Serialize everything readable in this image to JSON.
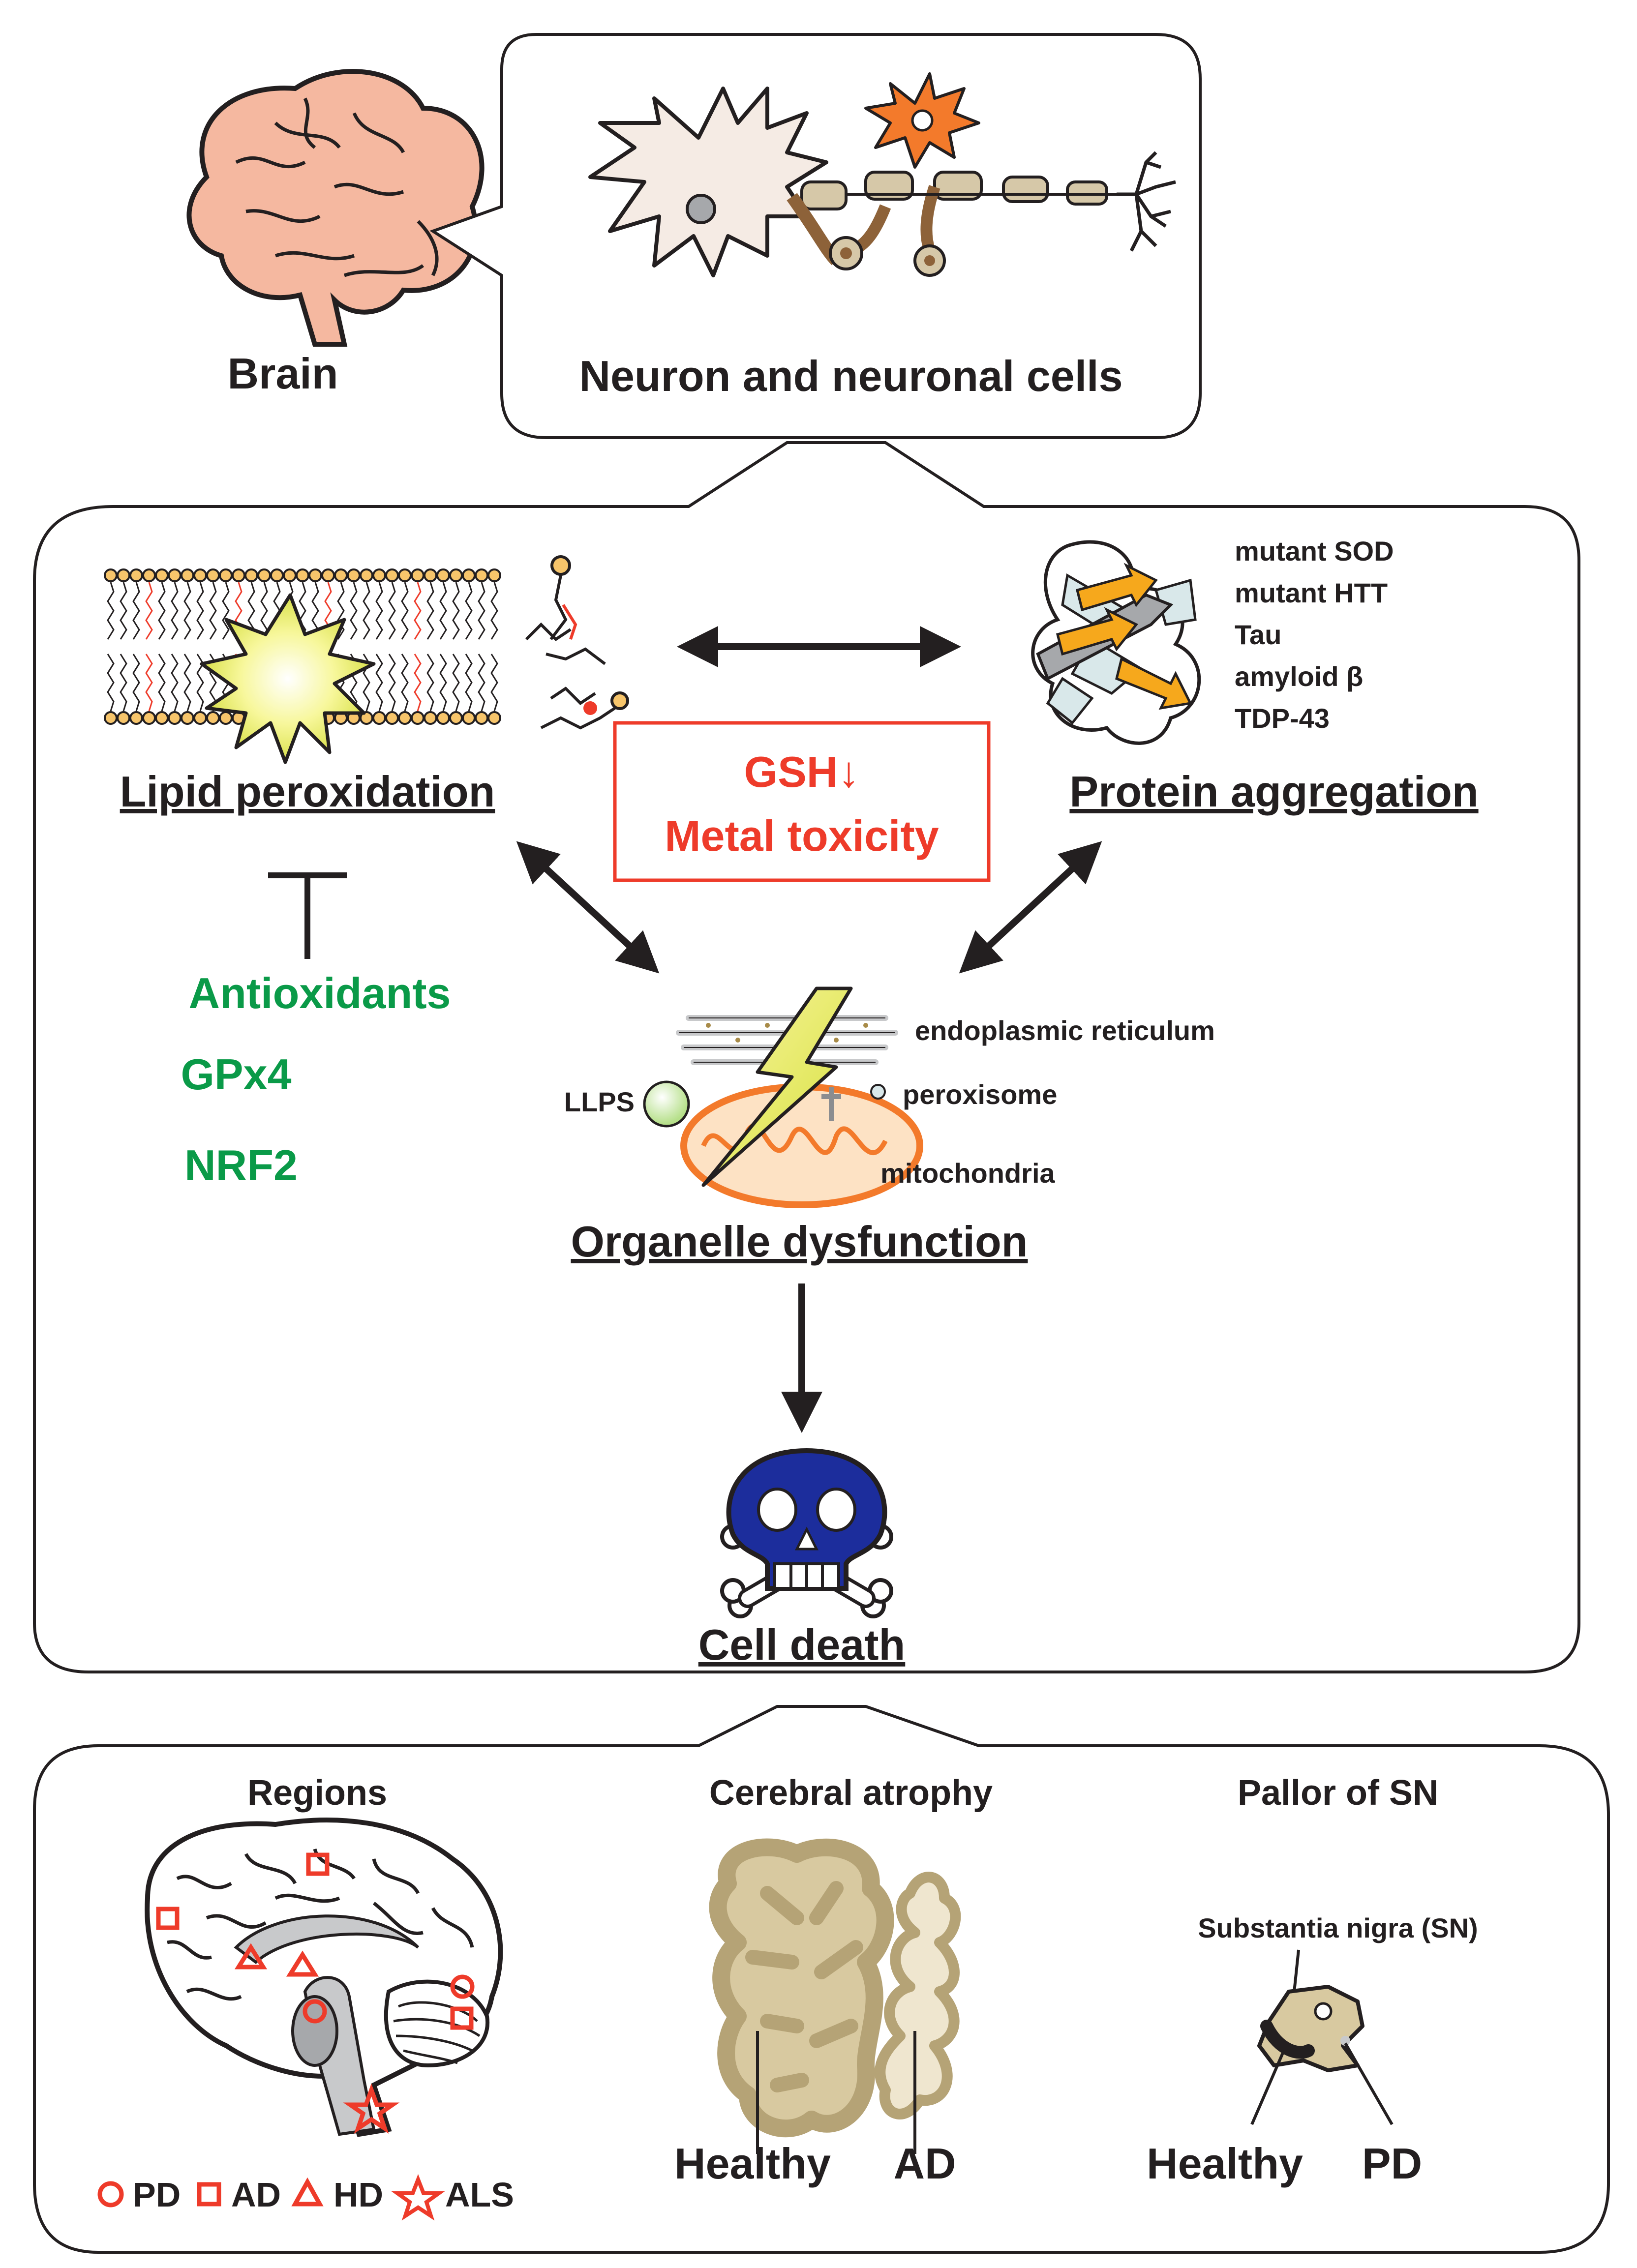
{
  "top": {
    "brain_label": "Brain",
    "neuron_label": "Neuron and neuronal cells"
  },
  "middle": {
    "lipid_label": "Lipid peroxidation",
    "protein_label": "Protein aggregation",
    "proteins": [
      "mutant SOD",
      "mutant HTT",
      "Tau",
      "amyloid β",
      "TDP-43"
    ],
    "center_box": [
      "GSH↓",
      "Metal toxicity"
    ],
    "inhibitors": [
      "Antioxidants",
      "GPx4",
      "NRF2"
    ],
    "organelles": {
      "er": "endoplasmic reticulum",
      "llps": "LLPS",
      "peroxisome": "peroxisome",
      "mitochondria": "mitochondria"
    },
    "organelle_label": "Organelle dysfunction",
    "cell_death_label": "Cell death"
  },
  "bottom": {
    "regions_title": "Regions",
    "atrophy_title": "Cerebral atrophy",
    "pallor_title": "Pallor of SN",
    "sn_label": "Substantia nigra (SN)",
    "atrophy_healthy": "Healthy",
    "atrophy_ad": "AD",
    "sn_healthy": "Healthy",
    "sn_pd": "PD",
    "legend": [
      {
        "shape": "circle",
        "label": "PD"
      },
      {
        "shape": "square",
        "label": "AD"
      },
      {
        "shape": "triangle",
        "label": "HD"
      },
      {
        "shape": "star",
        "label": "ALS"
      }
    ]
  },
  "colors": {
    "marker_red": "#ee3b2a",
    "green": "#0a9a48",
    "brain_pink": "#f5b8a0",
    "skull_blue": "#1c2d9c",
    "glia_orange": "#f37a2b",
    "sheath_brown": "#8d6239",
    "beta_orange": "#f6a81c"
  }
}
